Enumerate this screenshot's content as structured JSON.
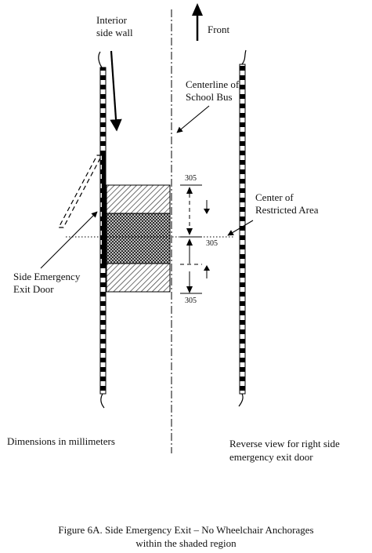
{
  "labels": {
    "front": "Front",
    "interior_wall_1": "Interior",
    "interior_wall_2": "side wall",
    "centerline_1": "Centerline of",
    "centerline_2": "School Bus",
    "center_area_1": "Center of",
    "center_area_2": "Restricted Area",
    "exit_door_1": "Side Emergency",
    "exit_door_2": "Exit Door",
    "units": "Dimensions in millimeters",
    "reverse_1": "Reverse view for right side",
    "reverse_2": "emergency exit door"
  },
  "dimensions": {
    "top": "305",
    "middle": "305",
    "bottom": "305"
  },
  "caption": {
    "line1": "Figure 6A. Side Emergency Exit – No Wheelchair Anchorages",
    "line2": "within the shaded region"
  },
  "icons": {
    "front_arrow": "up-arrow-icon"
  }
}
